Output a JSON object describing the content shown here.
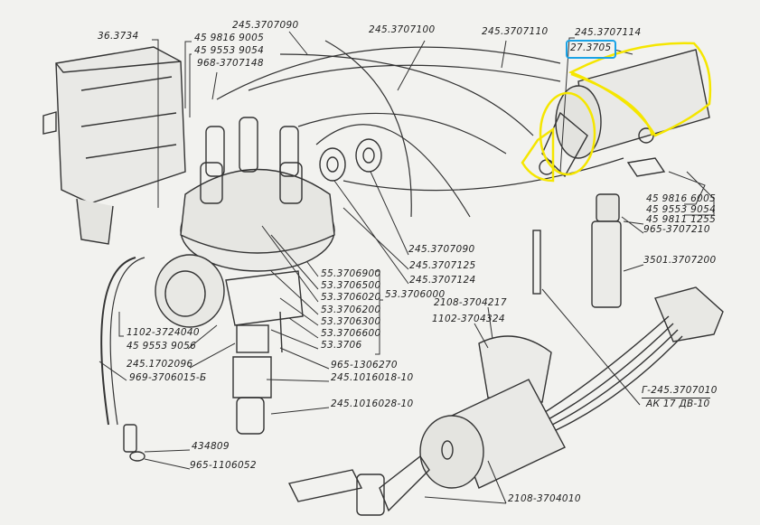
{
  "highlight_colors": {
    "coil_outline": "#f5e600",
    "selected_label_box": "#1aa3e6"
  },
  "labels": {
    "ignition_module": "36.3734",
    "nut_1": "45 9816 9005",
    "washer_1": "45 9553 9054",
    "cap_tip": "968-3707148",
    "wire_090_top": "245.3707090",
    "wire_100": "245.3707100",
    "wire_110": "245.3707110",
    "wire_114": "245.3707114",
    "coil": "27.3705",
    "coil_nut": "45 9816 6005",
    "coil_washer": "45 9553 9054",
    "coil_washer_2": "45 9811 1255",
    "plug_tip": "965-3707210",
    "plug_boot": "3501.3707200",
    "wire_090_mid": "245.3707090",
    "wire_125": "245.3707125",
    "wire_124": "245.3707124",
    "dist_cap": "55.3706900",
    "rotor": "53.3706500",
    "dist_part_020": "53.3706020",
    "dist_part_200": "53.3706200",
    "dist_part_300": "53.3706300",
    "dist_part_600": "53.3706600",
    "dist_body": "53.3706",
    "distributor_assy": "53.3706000",
    "lock_ring": "2108-3704217",
    "lock_part": "1102-3704324",
    "vacuum_unit": "1102-3724040",
    "vac_washer": "45 9553 9056",
    "gasket": "245.1702096",
    "vac_hose": "969-3706015-Б",
    "stud": "965-1306270",
    "gear": "245.1016018-10",
    "shaft_bush": "245.1016028-10",
    "sensor": "434809",
    "sensor_washer": "965-1106052",
    "ignition_switch": "2108-3704010",
    "harness_top": "Г-245.3707010",
    "harness_bottom": "АК 17 ДВ-10"
  }
}
